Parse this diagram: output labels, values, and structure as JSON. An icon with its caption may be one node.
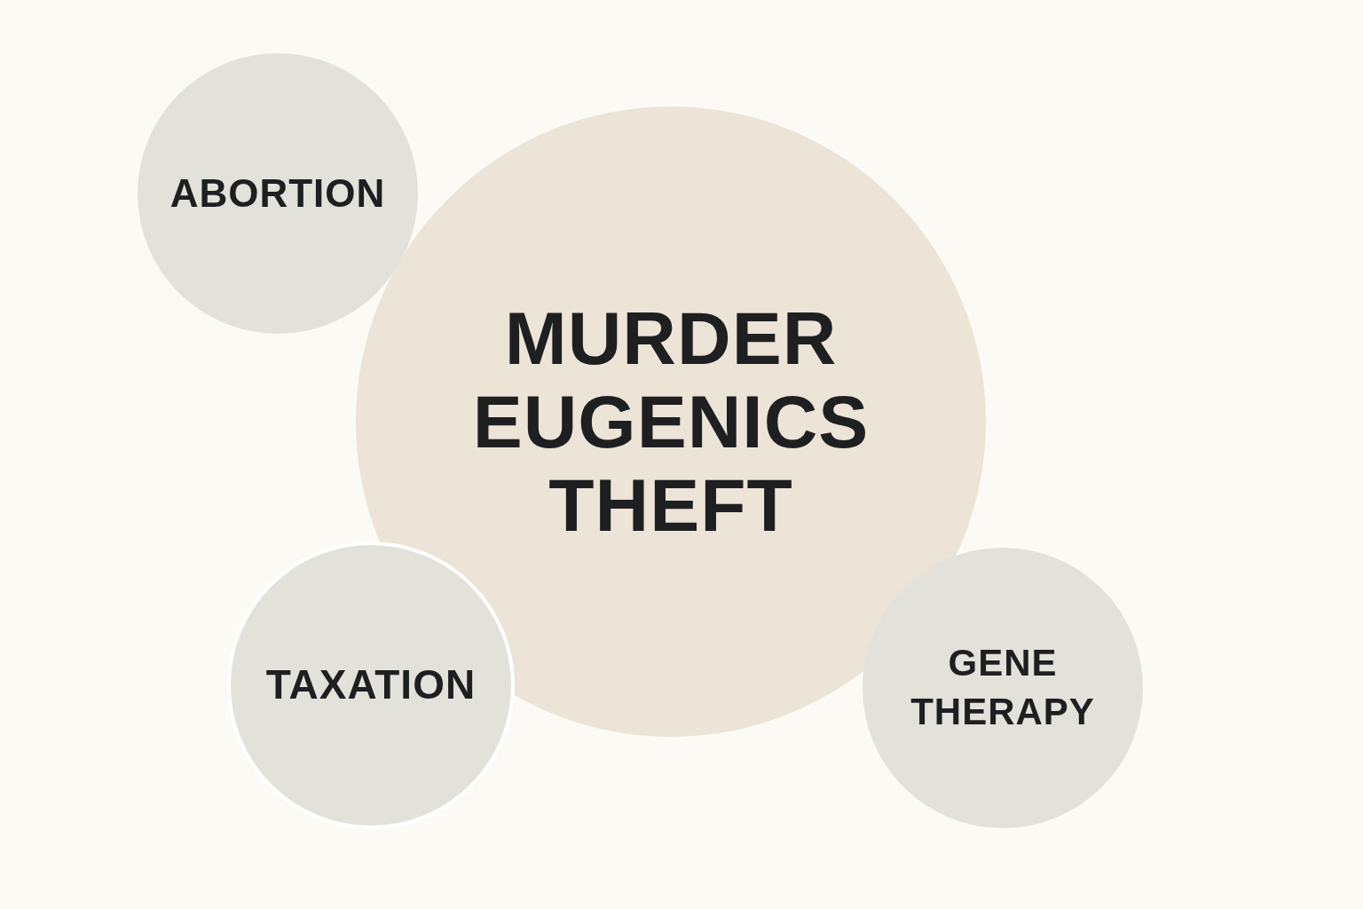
{
  "diagram": {
    "nodes": [
      {
        "text": [
          "ABORTION"
        ]
      },
      {
        "text": [
          "MURDER",
          "EUGENICS",
          "THEFT"
        ]
      },
      {
        "text": [
          "TAXATION"
        ]
      },
      {
        "text": [
          "GENE THERAPY"
        ]
      }
    ]
  }
}
